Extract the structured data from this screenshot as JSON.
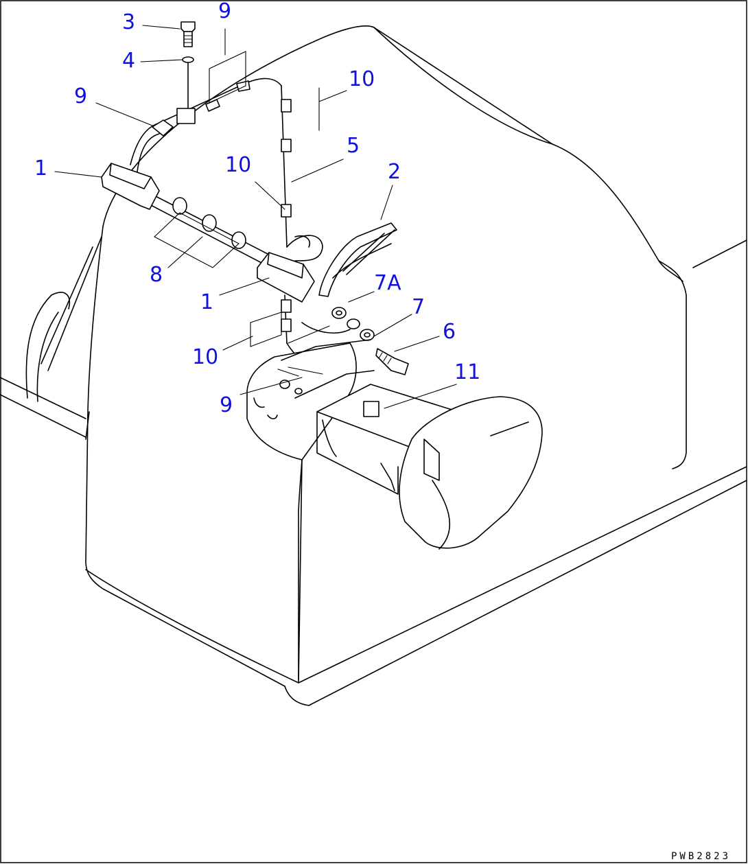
{
  "callouts": [
    {
      "id": "c3",
      "text": "3"
    },
    {
      "id": "c9a",
      "text": "9"
    },
    {
      "id": "c4",
      "text": "4"
    },
    {
      "id": "c10a",
      "text": "10"
    },
    {
      "id": "c9b",
      "text": "9"
    },
    {
      "id": "c5",
      "text": "5"
    },
    {
      "id": "c1a",
      "text": "1"
    },
    {
      "id": "c10b",
      "text": "10"
    },
    {
      "id": "c2",
      "text": "2"
    },
    {
      "id": "c8",
      "text": "8"
    },
    {
      "id": "c7A",
      "text": "7A"
    },
    {
      "id": "c1b",
      "text": "1"
    },
    {
      "id": "c7",
      "text": "7"
    },
    {
      "id": "c6",
      "text": "6"
    },
    {
      "id": "c10c",
      "text": "10"
    },
    {
      "id": "c11",
      "text": "11"
    },
    {
      "id": "c9c",
      "text": "9"
    }
  ],
  "drawing_code": "PWB2823",
  "colors": {
    "callout": "#1010e0",
    "line": "#000000",
    "background": "#ffffff"
  }
}
